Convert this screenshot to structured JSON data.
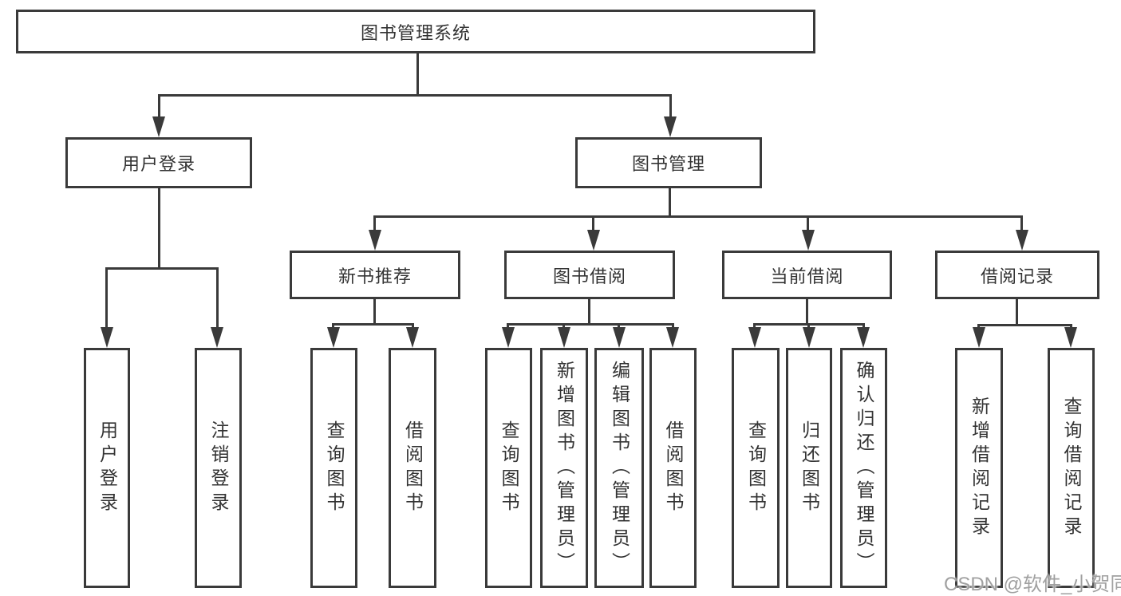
{
  "watermark": "CSDN @软件_小贺同学",
  "colors": {
    "line": "#3a3a3a",
    "text": "#333333",
    "watermark": "#a0a0a0",
    "background": "#ffffff"
  },
  "tree": {
    "label": "图书管理系统",
    "children": [
      {
        "label": "用户登录",
        "children": [
          {
            "label": "用户登录"
          },
          {
            "label": "注销登录"
          }
        ]
      },
      {
        "label": "图书管理",
        "children": [
          {
            "label": "新书推荐",
            "children": [
              {
                "label": "查询图书"
              },
              {
                "label": "借阅图书"
              }
            ]
          },
          {
            "label": "图书借阅",
            "children": [
              {
                "label": "查询图书"
              },
              {
                "label": "新增图书（管理员）"
              },
              {
                "label": "编辑图书（管理员）"
              },
              {
                "label": "借阅图书"
              }
            ]
          },
          {
            "label": "当前借阅",
            "children": [
              {
                "label": "查询图书"
              },
              {
                "label": "归还图书"
              },
              {
                "label": "确认归还（管理员）"
              }
            ]
          },
          {
            "label": "借阅记录",
            "children": [
              {
                "label": "新增借阅记录"
              },
              {
                "label": "查询借阅记录"
              }
            ]
          }
        ]
      }
    ]
  }
}
